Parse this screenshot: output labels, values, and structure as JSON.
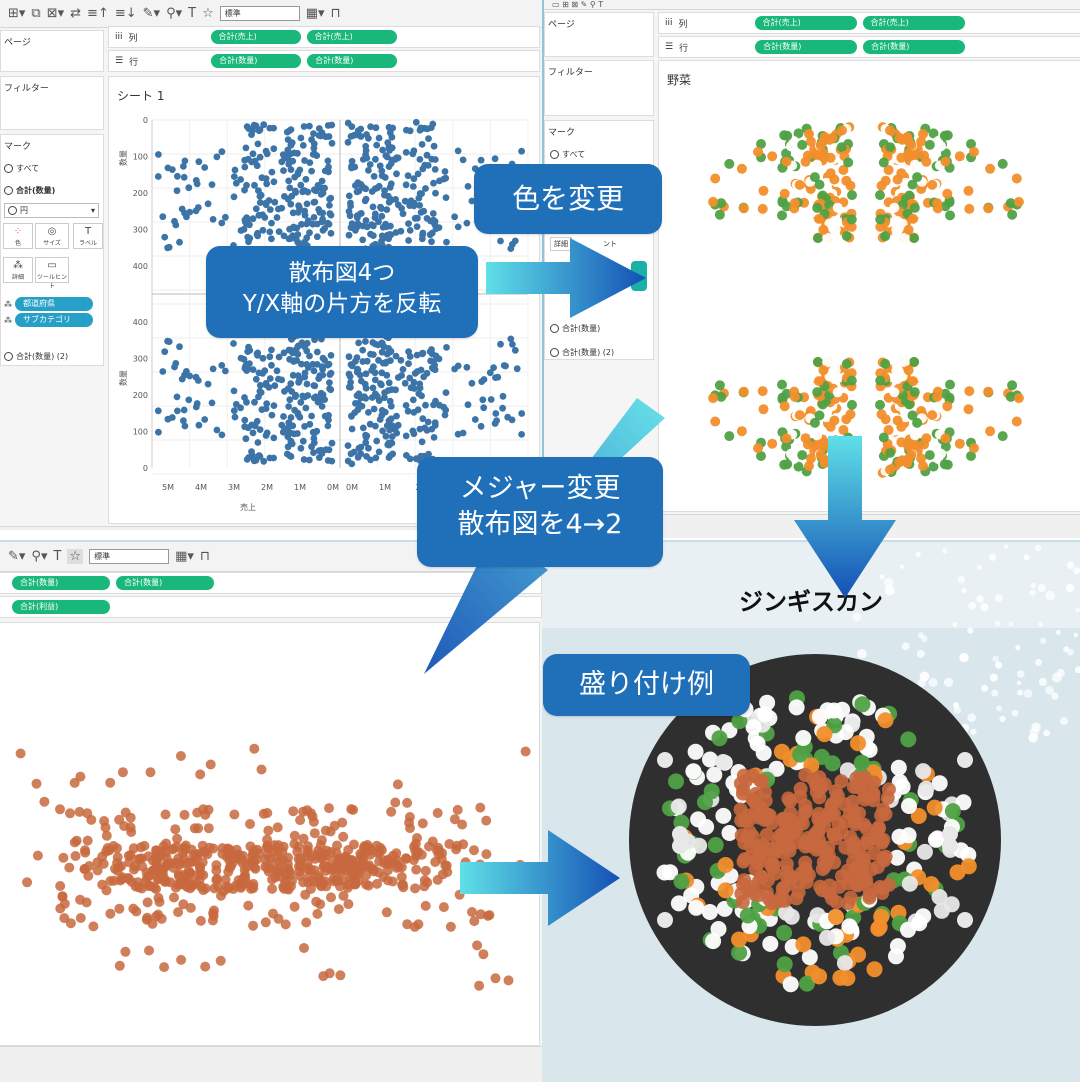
{
  "toolbar": {
    "select_value": "標準"
  },
  "panel_a": {
    "sidebar": {
      "page_header": "ページ",
      "filter_header": "フィルター",
      "marks_header": "マーク",
      "marks_all": "すべて",
      "marks_sum_qty": "合計(数量)",
      "mark_type": "円",
      "buttons": [
        {
          "label": "色"
        },
        {
          "label": "サイズ"
        },
        {
          "label": "ラベル"
        },
        {
          "label": "詳細"
        },
        {
          "label": "ツールヒント"
        }
      ],
      "detail_pills": [
        "都道府県",
        "サブカテゴリ"
      ],
      "marks_sum_qty2": "合計(数量) (2)"
    },
    "columns_label": "列",
    "rows_label": "行",
    "columns_pills": [
      "合計(売上)",
      "合計(売上)"
    ],
    "rows_pills": [
      "合計(数量)",
      "合計(数量)"
    ],
    "sheet_title": "シート 1",
    "y_axis_title": "数量",
    "x_axis_title": "売上",
    "y_ticks_top": [
      "0",
      "100",
      "200",
      "300",
      "400"
    ],
    "y_ticks_bottom": [
      "400",
      "300",
      "200",
      "100",
      "0"
    ],
    "x_ticks_left": [
      "5M",
      "4M",
      "3M",
      "2M",
      "1M",
      "0M"
    ],
    "x_ticks_right": [
      "0M",
      "1M",
      "2"
    ]
  },
  "panel_b": {
    "sidebar": {
      "page_header": "ページ",
      "filter_header": "フィルター",
      "marks_header": "マーク",
      "marks_all": "すべて",
      "detail_label": "詳細",
      "tooltip_partial": "ント",
      "marks_sum_qty": "合計(数量)",
      "marks_sum_qty2": "合計(数量) (2)"
    },
    "columns_label": "列",
    "rows_label": "行",
    "columns_pills": [
      "合計(売上)",
      "合計(売上)"
    ],
    "rows_pills": [
      "合計(数量)",
      "合計(数量)"
    ],
    "sheet_title": "野菜"
  },
  "panel_c": {
    "columns_pills": [
      "合計(数量)",
      "合計(数量)"
    ],
    "rows_pills": [
      "合計(利益)"
    ]
  },
  "panel_d": {
    "title": "ジンギスカン"
  },
  "callouts": {
    "c1_line1": "散布図4つ",
    "c1_line2": "Y/X軸の片方を反転",
    "c2": "色を変更",
    "c3_line1": "メジャー変更",
    "c3_line2": "散布図を4→2",
    "c4": "盛り付け例"
  },
  "colors": {
    "blue_points": "#3d74a8",
    "orange": "#f28e2b",
    "green": "#4fa145",
    "brown": "#c8683e",
    "pill_green": "#1ab77a",
    "pill_blue": "#26a0c7",
    "callout_blue": "#1f6fb9",
    "plate": "#2f2f2f",
    "board": "#d9e7ec"
  },
  "chart_data": [
    {
      "type": "scatter",
      "title": "シート 1",
      "xlabel": "売上",
      "ylabel": "数量",
      "panes": 4,
      "x_ticks": [
        "5M",
        "4M",
        "3M",
        "2M",
        "1M",
        "0M",
        "0M",
        "1M",
        "2"
      ],
      "y_ticks": [
        "0",
        "100",
        "200",
        "300",
        "400",
        "400",
        "300",
        "200",
        "100",
        "0"
      ],
      "ylim": [
        0,
        450
      ],
      "grid": true,
      "color": "#3d74a8"
    },
    {
      "type": "scatter",
      "title": "野菜",
      "panes": 4,
      "colors": [
        "#f28e2b",
        "#4fa145",
        "#ffffff"
      ]
    },
    {
      "type": "scatter",
      "panes": 2,
      "color": "#c8683e"
    }
  ]
}
